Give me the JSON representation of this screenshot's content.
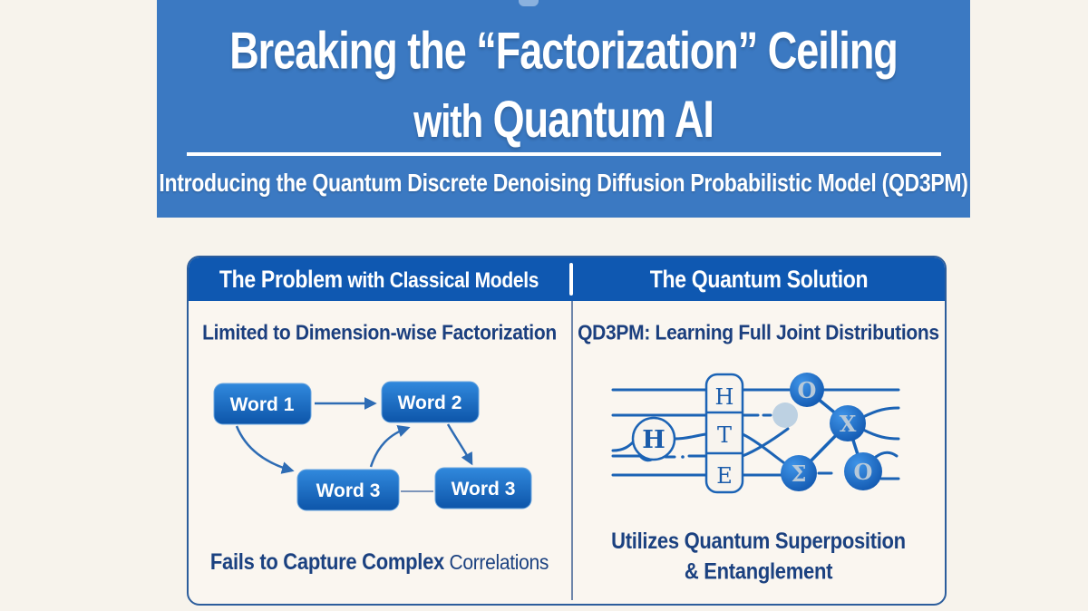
{
  "banner": {
    "title_line1": "Breaking the “Factorization” Ceiling",
    "title_line2_prefix": "with",
    "title_line2": "Quantum AI",
    "subtitle": "Introducing the Quantum Discrete Denoising Diffusion Probabilistic Model (QD3PM)",
    "bg_color": "#3b79c2"
  },
  "card": {
    "header": {
      "left_strong": "The Problem",
      "left_rest": " with Classical Models",
      "right": "The Quantum Solution",
      "bg_color": "#0f58b1"
    },
    "left": {
      "heading": "Limited to Dimension-wise Factorization",
      "diagram": {
        "type": "word-factorization-graph",
        "nodes": [
          "Word 1",
          "Word 2",
          "Word 3",
          "Word 3"
        ],
        "box_color_top": "#3189dd",
        "box_color_bottom": "#0d55a9"
      },
      "caption_strong": "Fails to Capture Complex",
      "caption_rest": " Correlations"
    },
    "right": {
      "heading_strong": "QD3PM:",
      "heading_rest": " Learning Full Joint Distributions",
      "diagram": {
        "type": "quantum-circuit",
        "h_gate": "H",
        "gate_column": [
          "H",
          "T",
          "E"
        ],
        "node_glyphs": [
          "O",
          "X",
          "Σ",
          "O"
        ],
        "line_color": "#1b63b5"
      },
      "caption_line1": "Utilizes Quantum Superposition",
      "caption_line2": "& Entanglement"
    }
  },
  "colors": {
    "page_bg": "#f7f3ec",
    "navy_text": "#1b3f7e",
    "card_border": "#2c5d9c"
  }
}
